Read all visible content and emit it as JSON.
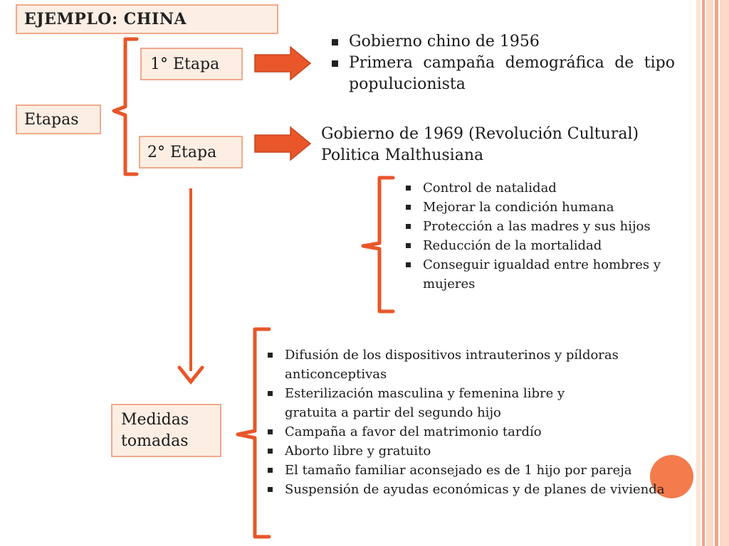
{
  "title": "EJEMPLO:  CHINA",
  "etapas_label": "Etapas",
  "etapa1": {
    "label": "1° Etapa",
    "bullets": [
      "Gobierno chino de 1956",
      "Primera campaña demográfica de tipo populucionista"
    ]
  },
  "etapa2": {
    "label": "2° Etapa",
    "line1": "Gobierno de 1969 (Revolución Cultural)",
    "line2": "Politica Malthusiana",
    "bullets": [
      "Control de natalidad",
      "Mejorar la condición humana",
      "Protección a las madres y sus hijos",
      "Reducción de la mortalidad",
      "Conseguir igualdad entre hombres y mujeres"
    ]
  },
  "medidas": {
    "label": "Medidas tomadas",
    "bullets": [
      "Difusión de los dispositivos intrauterinos y píldoras anticonceptivas",
      "Esterilización masculina y femenina libre y gratuita a partir del segundo hijo",
      "Campaña a favor del matrimonio tardío",
      "Aborto libre y gratuito",
      "El tamaño familiar aconsejado es de 1 hijo por pareja",
      "Suspensión de ayudas económicas y de planes de vivienda"
    ]
  },
  "colors": {
    "accent": "#e8562a",
    "box_fill": "#fdeee4",
    "box_border": "#f0a98a",
    "stripe_light": "#fbd9c8",
    "stripe_dark": "#f2a487",
    "circle": "#f47b4c"
  }
}
